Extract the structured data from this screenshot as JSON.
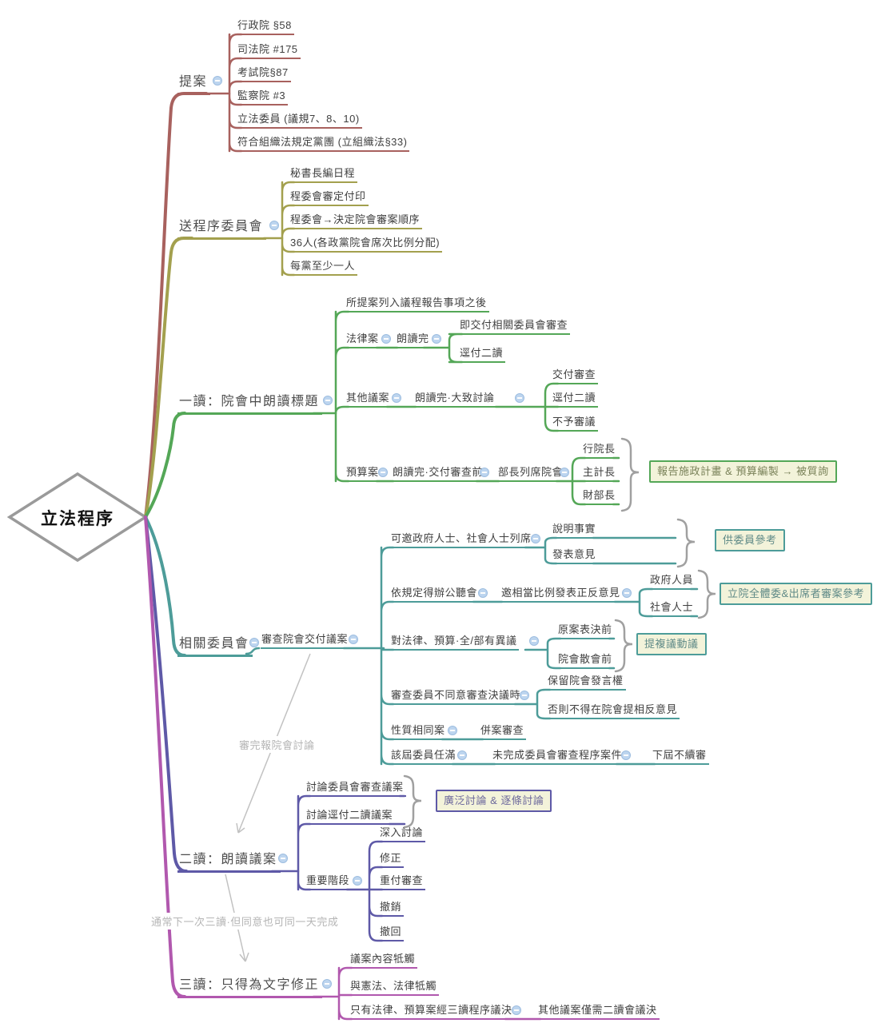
{
  "root": {
    "label": "立法程序"
  },
  "colors": {
    "branch_proposal": "#a8615e",
    "branch_procedure_committee": "#a3a04e",
    "branch_first_reading": "#54a757",
    "branch_related_committee": "#4d9c99",
    "branch_second_reading": "#5e59a7",
    "branch_third_reading": "#b158ae",
    "collapse_icon_fill": "#bdd5ef",
    "callout_bg": "#f3f3da",
    "gray_line": "#a0a0a0",
    "note_text": "#b5b5b5"
  },
  "branches": [
    {
      "label": "提案",
      "children": [
        {
          "label": "行政院 §58"
        },
        {
          "label": "司法院 #175"
        },
        {
          "label": "考試院§87"
        },
        {
          "label": "監察院 #3"
        },
        {
          "label": "立法委員 (議規7、8、10)"
        },
        {
          "label": "符合組織法規定黨團 (立組織法§33)"
        }
      ]
    },
    {
      "label": "送程序委員會",
      "children": [
        {
          "label": "秘書長編日程"
        },
        {
          "label": "程委會審定付印"
        },
        {
          "label": "程委會→決定院會審案順序"
        },
        {
          "label": "36人(各政黨院會席次比例分配)"
        },
        {
          "label": "每黨至少一人"
        }
      ]
    },
    {
      "label": "一讀：院會中朗讀標題",
      "children": [
        {
          "label": "所提案列入議程報告事項之後"
        },
        {
          "label": "法律案",
          "children": [
            {
              "label": "朗讀完",
              "children": [
                {
                  "label": "即交付相關委員會審查"
                },
                {
                  "label": "逕付二讀"
                }
              ]
            }
          ]
        },
        {
          "label": "其他議案",
          "children": [
            {
              "label": "朗讀完·大致討論",
              "children": [
                {
                  "label": "交付審查"
                },
                {
                  "label": "逕付二讀"
                },
                {
                  "label": "不予審議"
                }
              ]
            }
          ]
        },
        {
          "label": "預算案",
          "children": [
            {
              "label": "朗讀完·交付審查前",
              "children": [
                {
                  "label": "部長列席院會",
                  "callout": "報告施政計畫 & 預算編製 → 被質詢",
                  "children": [
                    {
                      "label": "行院長"
                    },
                    {
                      "label": "主計長"
                    },
                    {
                      "label": "財部長"
                    }
                  ]
                }
              ]
            }
          ]
        }
      ]
    },
    {
      "label": "相關委員會",
      "children": [
        {
          "label": "審查院會交付議案",
          "children": [
            {
              "label": "可邀政府人士、社會人士列席",
              "callout": "供委員參考",
              "children": [
                {
                  "label": "說明事實"
                },
                {
                  "label": "發表意見"
                }
              ]
            },
            {
              "label": "依規定得辦公聽會",
              "children": [
                {
                  "label": "邀相當比例發表正反意見",
                  "callout": "立院全體委&出席者審案參考",
                  "children": [
                    {
                      "label": "政府人員"
                    },
                    {
                      "label": "社會人士"
                    }
                  ]
                }
              ]
            },
            {
              "label": "對法律、預算·全/部有異議",
              "callout": "提複議動議",
              "children": [
                {
                  "label": "原案表決前"
                },
                {
                  "label": "院會散會前"
                }
              ]
            },
            {
              "label": "審查委員不同意審查決議時",
              "children": [
                {
                  "label": "保留院會發言權"
                },
                {
                  "label": "否則不得在院會提相反意見"
                }
              ]
            },
            {
              "label": "性質相同案",
              "children": [
                {
                  "label": "併案審查"
                }
              ]
            },
            {
              "label": "該屆委員任滿",
              "children": [
                {
                  "label": "未完成委員會審查程序案件",
                  "children": [
                    {
                      "label": "下屆不續審"
                    }
                  ]
                }
              ]
            }
          ]
        }
      ]
    },
    {
      "label": "二讀：朗讀議案",
      "callout": "廣泛討論 & 逐條討論",
      "children": [
        {
          "label": "討論委員會審查議案"
        },
        {
          "label": "討論逕付二讀議案"
        },
        {
          "label": "重要階段",
          "children": [
            {
              "label": "深入討論"
            },
            {
              "label": "修正"
            },
            {
              "label": "重付審查"
            },
            {
              "label": "撤銷"
            },
            {
              "label": "撤回"
            }
          ]
        }
      ]
    },
    {
      "label": "三讀：只得為文字修正",
      "children": [
        {
          "label": "議案內容牴觸"
        },
        {
          "label": "與憲法、法律牴觸"
        },
        {
          "label": "只有法律、預算案經三讀程序議決",
          "children": [
            {
              "label": "其他議案僅需二讀會議決"
            }
          ]
        }
      ]
    }
  ],
  "notes": [
    {
      "text": "審完報院會討論"
    },
    {
      "text": "通常下一次三讀·但同意也可同一天完成"
    }
  ]
}
